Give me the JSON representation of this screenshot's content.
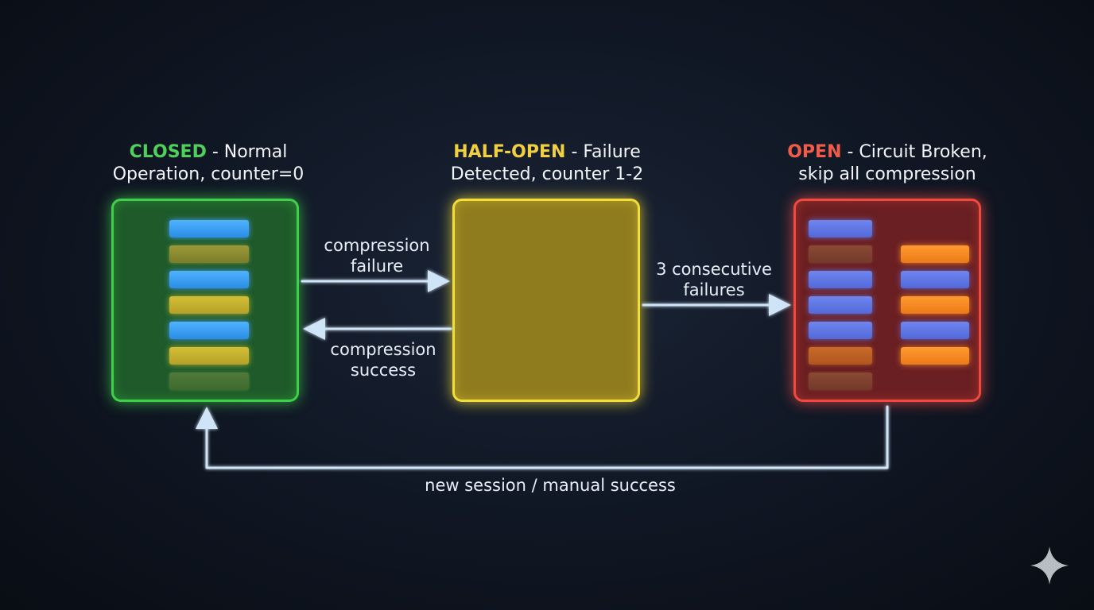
{
  "states": {
    "closed": {
      "name": "CLOSED",
      "description_line1": " - Normal",
      "description_line2": "Operation, counter=0",
      "color": "#3fd04a"
    },
    "half_open": {
      "name": "HALF-OPEN",
      "description_line1": " - Failure",
      "description_line2": "Detected, counter 1-2",
      "color": "#f3dd3a"
    },
    "open": {
      "name": "OPEN",
      "description_line1": " - Circuit Broken,",
      "description_line2": "skip all compression",
      "color": "#f04a40"
    }
  },
  "transitions": {
    "compression_failure": {
      "line1": "compression",
      "line2": "failure"
    },
    "compression_success": {
      "line1": "compression",
      "line2": "success"
    },
    "consecutive_failures": {
      "line1": "3 consecutive",
      "line2": "failures"
    },
    "reset": {
      "label": "new session / manual success"
    }
  },
  "arrow_color": "#cfe4f7",
  "watermark_icon": "sparkle-icon"
}
